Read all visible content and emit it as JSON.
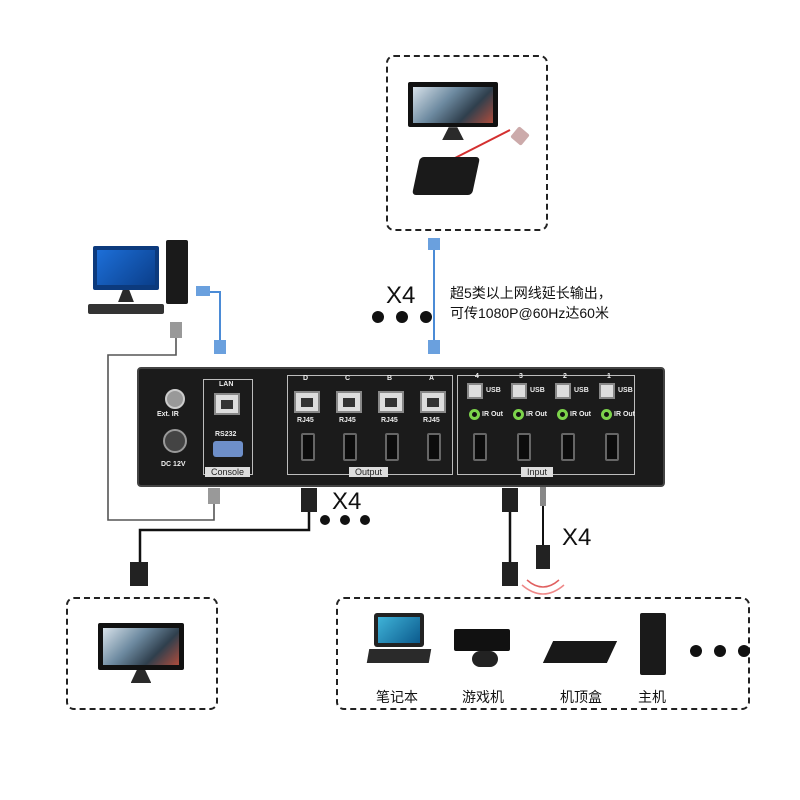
{
  "labels": {
    "x4_top": "X4",
    "x4_middle": "X4",
    "x4_right": "X4",
    "extension_note_line1": "超5类以上网线延长输出，",
    "extension_note_line2": "可传1080P@60Hz达60米",
    "laptop": "笔记本",
    "game_console": "游戏机",
    "set_top_box": "机顶盒",
    "host_pc": "主机"
  },
  "device_panel": {
    "ext_ir": "Ext. IR",
    "dc": "DC 12V",
    "lan": "LAN",
    "rs232": "RS232",
    "console": "Console",
    "output": "Output",
    "input": "Input",
    "rj45_label": "RJ45",
    "usb_label": "USB",
    "ir_out_label": "IR Out",
    "output_ports": [
      "D",
      "C",
      "B",
      "A"
    ],
    "input_ports": [
      "4",
      "3",
      "2",
      "1"
    ]
  },
  "icons": [
    "monitor-icon",
    "pc-icon",
    "extender-icon",
    "laptop-icon",
    "game-console-icon",
    "set-top-box-icon",
    "pc-tower-icon",
    "hdmi-cable-icon",
    "ethernet-cable-icon",
    "ir-cable-icon"
  ]
}
